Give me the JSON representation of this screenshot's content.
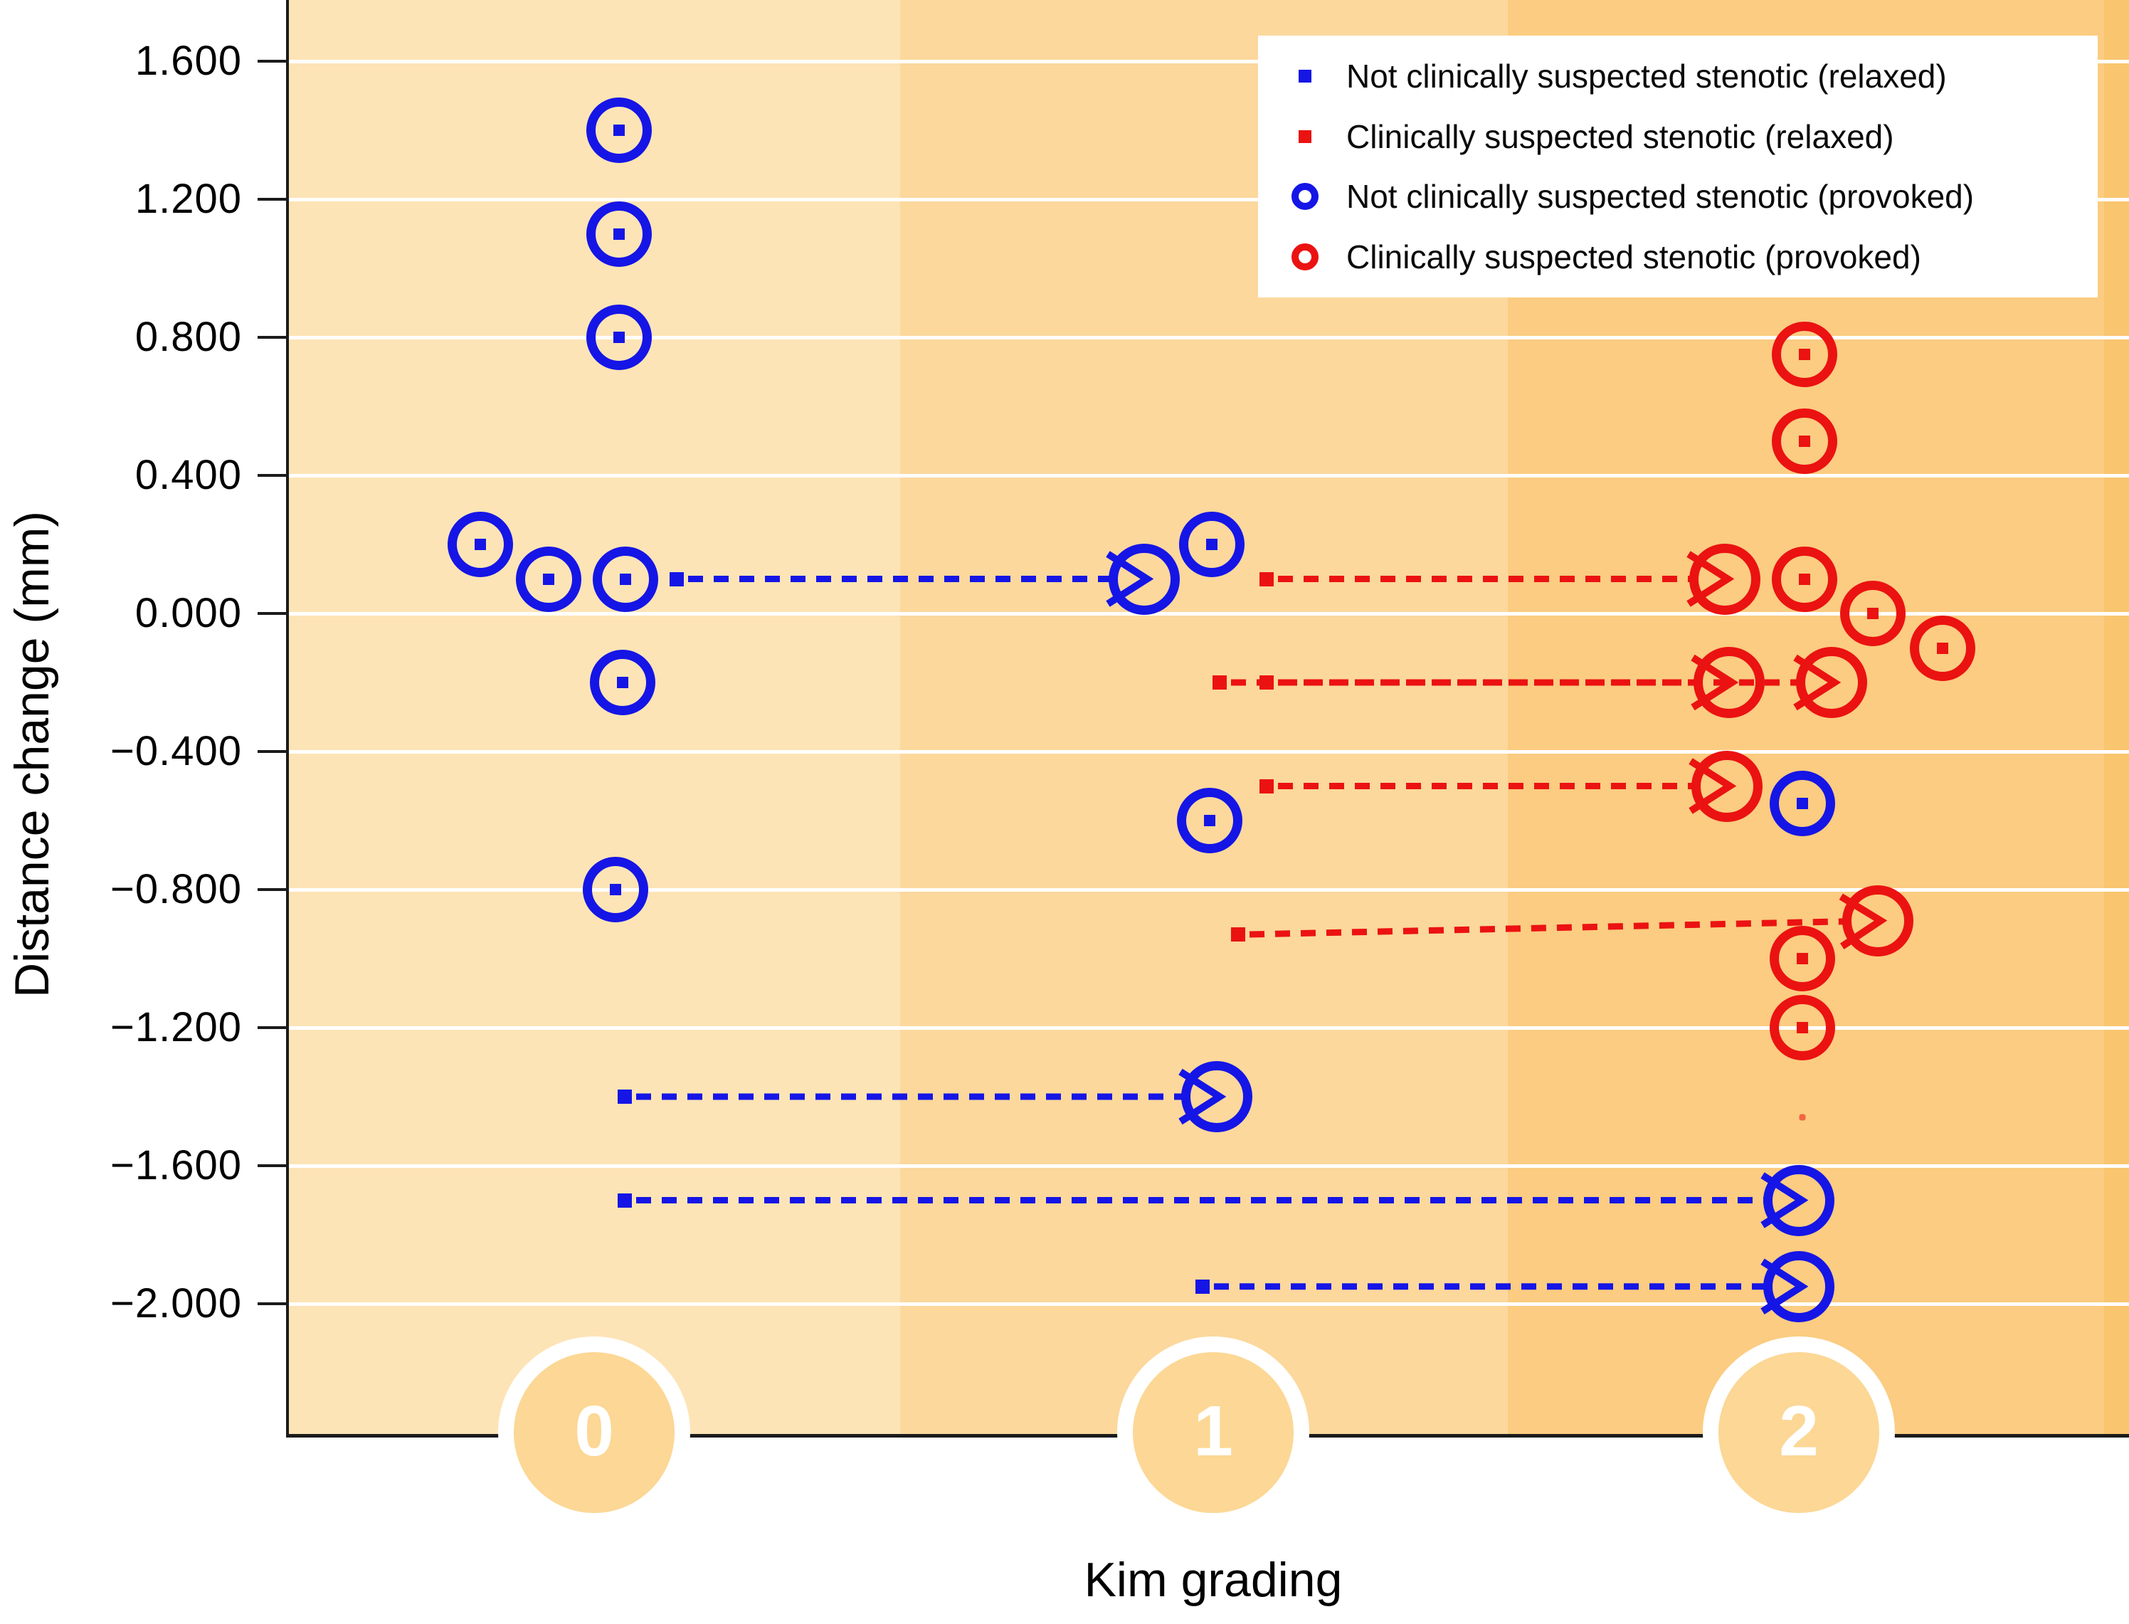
{
  "colors": {
    "not_suspected": "#1515e6",
    "suspected": "#eb1212",
    "band1": "#fde4b6",
    "band2": "#fcd89d",
    "band3": "#fbcc81",
    "band4": "#f9c56f",
    "bubble_fill": "#fcd795",
    "bubble_text": "#ffffff",
    "gridline": "#ffffff",
    "axis": "#1b1b1b",
    "legend_background": "#ffffff"
  },
  "chart_data": {
    "type": "scatter",
    "title": "",
    "xlabel": "Kim grading",
    "ylabel": "Distance change (mm)",
    "x_categories": [
      "0",
      "1",
      "2"
    ],
    "y_ticks": [
      1.6,
      1.2,
      0.8,
      0.4,
      0.0,
      -0.4,
      -0.8,
      -1.2,
      -1.6,
      -2.0
    ],
    "y_tick_labels": [
      "1.600",
      "1.200",
      "0.800",
      "0.400",
      "0.000",
      "−0.400",
      "−0.800",
      "−1.200",
      "−1.600",
      "−2.000"
    ],
    "ylim": [
      -2.38,
      1.78
    ],
    "grid": "horizontal-white-lines",
    "legend_position": "top-right",
    "legend": [
      {
        "label": "Not clinically suspected stenotic (relaxed)",
        "marker": "square",
        "group": "not_suspected"
      },
      {
        "label": "Clinically suspected stenotic (relaxed)",
        "marker": "square",
        "group": "suspected"
      },
      {
        "label": "Not clinically suspected stenotic (provoked)",
        "marker": "circle",
        "group": "not_suspected"
      },
      {
        "label": "Clinically suspected stenotic (provoked)",
        "marker": "circle",
        "group": "suspected"
      }
    ],
    "points": [
      {
        "grade": 0,
        "y": 1.4,
        "marker": "circle_dot",
        "group": "not_suspected",
        "dx": -5
      },
      {
        "grade": 0,
        "y": 1.1,
        "marker": "circle_dot",
        "group": "not_suspected",
        "dx": -5
      },
      {
        "grade": 0,
        "y": 0.8,
        "marker": "circle_dot",
        "group": "not_suspected",
        "dx": -5
      },
      {
        "grade": 0,
        "y": 0.2,
        "marker": "circle_dot",
        "group": "not_suspected",
        "dx": -200
      },
      {
        "grade": 0,
        "y": 0.1,
        "marker": "circle_dot",
        "group": "not_suspected",
        "dx": -104
      },
      {
        "grade": 0,
        "y": 0.1,
        "marker": "circle_dot",
        "group": "not_suspected",
        "dx": 4
      },
      {
        "grade": 0,
        "y": 0.1,
        "marker": "square",
        "group": "not_suspected",
        "dx": 76
      },
      {
        "grade": 0,
        "y": -0.2,
        "marker": "circle_dot",
        "group": "not_suspected",
        "dx": 0
      },
      {
        "grade": 0,
        "y": -0.8,
        "marker": "circle_dot",
        "group": "not_suspected",
        "dx": -10
      },
      {
        "grade": 0,
        "y": -1.4,
        "marker": "square",
        "group": "not_suspected",
        "dx": 3
      },
      {
        "grade": 0,
        "y": -1.7,
        "marker": "square",
        "group": "not_suspected",
        "dx": 3
      },
      {
        "grade": 1,
        "y": 0.2,
        "marker": "circle_dot",
        "group": "not_suspected",
        "dx": -7
      },
      {
        "grade": 1,
        "y": 0.1,
        "marker": "circle",
        "group": "not_suspected",
        "dx": -102
      },
      {
        "grade": 1,
        "y": 0.1,
        "marker": "square",
        "group": "suspected",
        "dx": 70
      },
      {
        "grade": 1,
        "y": -0.2,
        "marker": "square",
        "group": "suspected",
        "dx": 4
      },
      {
        "grade": 1,
        "y": -0.2,
        "marker": "square",
        "group": "suspected",
        "dx": 70
      },
      {
        "grade": 1,
        "y": -0.5,
        "marker": "square",
        "group": "suspected",
        "dx": 70
      },
      {
        "grade": 1,
        "y": -0.6,
        "marker": "circle_dot",
        "group": "not_suspected",
        "dx": -10
      },
      {
        "grade": 1,
        "y": -0.93,
        "marker": "square",
        "group": "suspected",
        "dx": 30
      },
      {
        "grade": 1,
        "y": -1.4,
        "marker": "circle",
        "group": "not_suspected",
        "dx": 0
      },
      {
        "grade": 1,
        "y": -1.95,
        "marker": "square",
        "group": "not_suspected",
        "dx": -20
      },
      {
        "grade": 2,
        "y": 0.75,
        "marker": "circle_dot",
        "group": "suspected",
        "dx": 6
      },
      {
        "grade": 2,
        "y": 0.5,
        "marker": "circle_dot",
        "group": "suspected",
        "dx": 6
      },
      {
        "grade": 2,
        "y": 0.1,
        "marker": "circle",
        "group": "suspected",
        "dx": -106
      },
      {
        "grade": 2,
        "y": 0.1,
        "marker": "circle_dot",
        "group": "suspected",
        "dx": 6
      },
      {
        "grade": 2,
        "y": 0.0,
        "marker": "circle_dot",
        "group": "suspected",
        "dx": 102
      },
      {
        "grade": 2,
        "y": -0.1,
        "marker": "circle_dot",
        "group": "suspected",
        "dx": 200
      },
      {
        "grade": 2,
        "y": -0.2,
        "marker": "circle",
        "group": "suspected",
        "dx": -100
      },
      {
        "grade": 2,
        "y": -0.2,
        "marker": "circle",
        "group": "suspected",
        "dx": 44
      },
      {
        "grade": 2,
        "y": -0.5,
        "marker": "circle",
        "group": "suspected",
        "dx": -103
      },
      {
        "grade": 2,
        "y": -0.55,
        "marker": "circle_dot",
        "group": "not_suspected",
        "dx": 3
      },
      {
        "grade": 2,
        "y": -0.89,
        "marker": "circle",
        "group": "suspected",
        "dx": 109
      },
      {
        "grade": 2,
        "y": -1.0,
        "marker": "circle_dot",
        "group": "suspected",
        "dx": 3
      },
      {
        "grade": 2,
        "y": -1.2,
        "marker": "circle_dot",
        "group": "suspected",
        "dx": 3
      },
      {
        "grade": 2,
        "y": -1.46,
        "marker": "dot_small",
        "group": "suspected",
        "dx": 3
      },
      {
        "grade": 2,
        "y": -1.7,
        "marker": "circle",
        "group": "not_suspected",
        "dx": -2
      },
      {
        "grade": 2,
        "y": -1.95,
        "marker": "circle",
        "group": "not_suspected",
        "dx": -2
      }
    ],
    "arrows": [
      {
        "group": "not_suspected",
        "from": {
          "grade": 0,
          "y": 0.1,
          "dx": 76
        },
        "to": {
          "grade": 1,
          "y": 0.1,
          "dx": -102
        }
      },
      {
        "group": "suspected",
        "from": {
          "grade": 1,
          "y": 0.1,
          "dx": 70
        },
        "to": {
          "grade": 2,
          "y": 0.1,
          "dx": -106
        }
      },
      {
        "group": "suspected",
        "from": {
          "grade": 1,
          "y": -0.2,
          "dx": 4
        },
        "to": {
          "grade": 2,
          "y": -0.2,
          "dx": -100
        }
      },
      {
        "group": "suspected",
        "from": {
          "grade": 1,
          "y": -0.2,
          "dx": 70
        },
        "to": {
          "grade": 2,
          "y": -0.2,
          "dx": 44
        }
      },
      {
        "group": "suspected",
        "from": {
          "grade": 1,
          "y": -0.5,
          "dx": 70
        },
        "to": {
          "grade": 2,
          "y": -0.5,
          "dx": -103
        }
      },
      {
        "group": "suspected",
        "from": {
          "grade": 1,
          "y": -0.93,
          "dx": 30
        },
        "to": {
          "grade": 2,
          "y": -0.89,
          "dx": 109
        }
      },
      {
        "group": "not_suspected",
        "from": {
          "grade": 0,
          "y": -1.4,
          "dx": 3
        },
        "to": {
          "grade": 1,
          "y": -1.4,
          "dx": 0
        }
      },
      {
        "group": "not_suspected",
        "from": {
          "grade": 0,
          "y": -1.7,
          "dx": 3
        },
        "to": {
          "grade": 2,
          "y": -1.7,
          "dx": -2
        }
      },
      {
        "group": "not_suspected",
        "from": {
          "grade": 1,
          "y": -1.95,
          "dx": -20
        },
        "to": {
          "grade": 2,
          "y": -1.95,
          "dx": -2
        }
      }
    ]
  }
}
